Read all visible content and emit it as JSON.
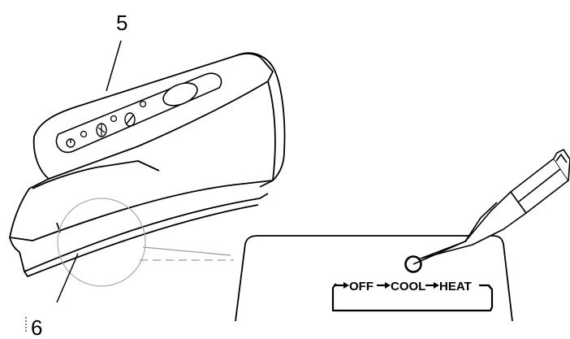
{
  "callouts": {
    "unit_number": "5",
    "panel_number": "6"
  },
  "modes": {
    "off": "OFF",
    "cool": "COOL",
    "heat": "HEAT"
  },
  "icons": [
    "power-icon",
    "fan-icon",
    "temperature-dial-icon",
    "selector-button-icon",
    "pen-tool-icon",
    "arrow-icon"
  ],
  "colors": {
    "line": "#000000",
    "background": "#ffffff",
    "dashed_light": "#bbbbbb"
  }
}
